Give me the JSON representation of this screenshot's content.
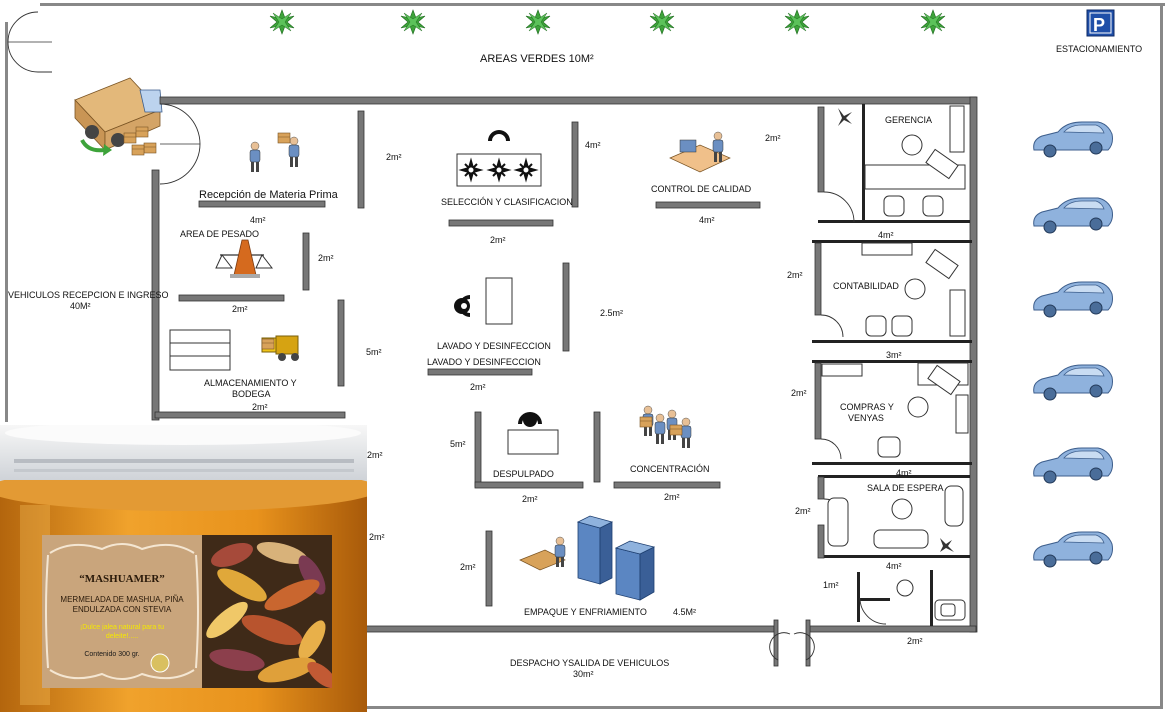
{
  "labels": {
    "areas_verdes": "AREAS VERDES 10M²",
    "estacionamiento": "ESTACIONAMIENTO",
    "parking_sign": "P",
    "vehiculos_title": "VEHICULOS RECEPCION E INGRESO",
    "vehiculos_area": "40M²",
    "recepcion": "Recepción de Materia Prima",
    "recepcion_area": "4m²",
    "area_2m_a": "2m²",
    "area_de_pesado": "AREA DE PESADO",
    "pesado_right": "2m²",
    "pesado_area": "2m²",
    "almacenamiento_1": "ALMACENAMIENTO Y",
    "almacenamiento_2": "BODEGA",
    "almacenamiento_area": "2m²",
    "area_5m_left": "5m²",
    "seleccion": "SELECCIÓN Y CLASIFICACION",
    "seleccion_area": "2m²",
    "area_4m_sel": "4m²",
    "control": "CONTROL DE CALIDAD",
    "control_area": "4m²",
    "area_2m_top": "2m²",
    "lavado_1": "LAVADO Y DESINFECCION",
    "lavado_2": "LAVADO Y DESINFECCION",
    "lavado_area": "2m²",
    "area_2_5m": "2.5m²",
    "despulpado": "DESPULPADO",
    "despulpado_area": "2m²",
    "area_5m_desp": "5m²",
    "concentracion": "CONCENTRACIÓN",
    "concentracion_area": "2m²",
    "area_2m_left_mid": "2m²",
    "area_2m_left_low": "2m²",
    "empaque": "EMPAQUE Y ENFRIAMIENTO",
    "empaque_area": "4.5M²",
    "empaque_left": "2m²",
    "gerencia": "GERENCIA",
    "gerencia_area": "4m²",
    "contabilidad": "CONTABILIDAD",
    "contabilidad_area": "3m²",
    "contabilidad_side": "2m²",
    "compras_1": "COMPRAS Y",
    "compras_2": "VENYAS",
    "compras_area": "4m²",
    "compras_side": "2m²",
    "sala": "SALA DE ESPERA",
    "sala_area": "4m²",
    "sala_side": "2m²",
    "bano_area": "1m²",
    "bottom_right": "2m²",
    "despacho_title": "DESPACHO YSALIDA DE VEHICULOS",
    "despacho_area": "30m²"
  },
  "product_label": {
    "brand": "“MASHUAMER”",
    "description_1": "MERMELADA DE MASHUA, PIÑA",
    "description_2": "ENDULZADA CON STEVIA",
    "slogan_1": "¡Dulce jalea natural para tu",
    "slogan_2": "deleite!.....",
    "content": "Contenido 300 gr."
  },
  "colors": {
    "wall": "#777777",
    "tree": "#3da33a",
    "car": "#8fb2dd",
    "parking": "#1f4fa8",
    "jam": "#e8921c",
    "label_bg": "#c9a57c"
  }
}
